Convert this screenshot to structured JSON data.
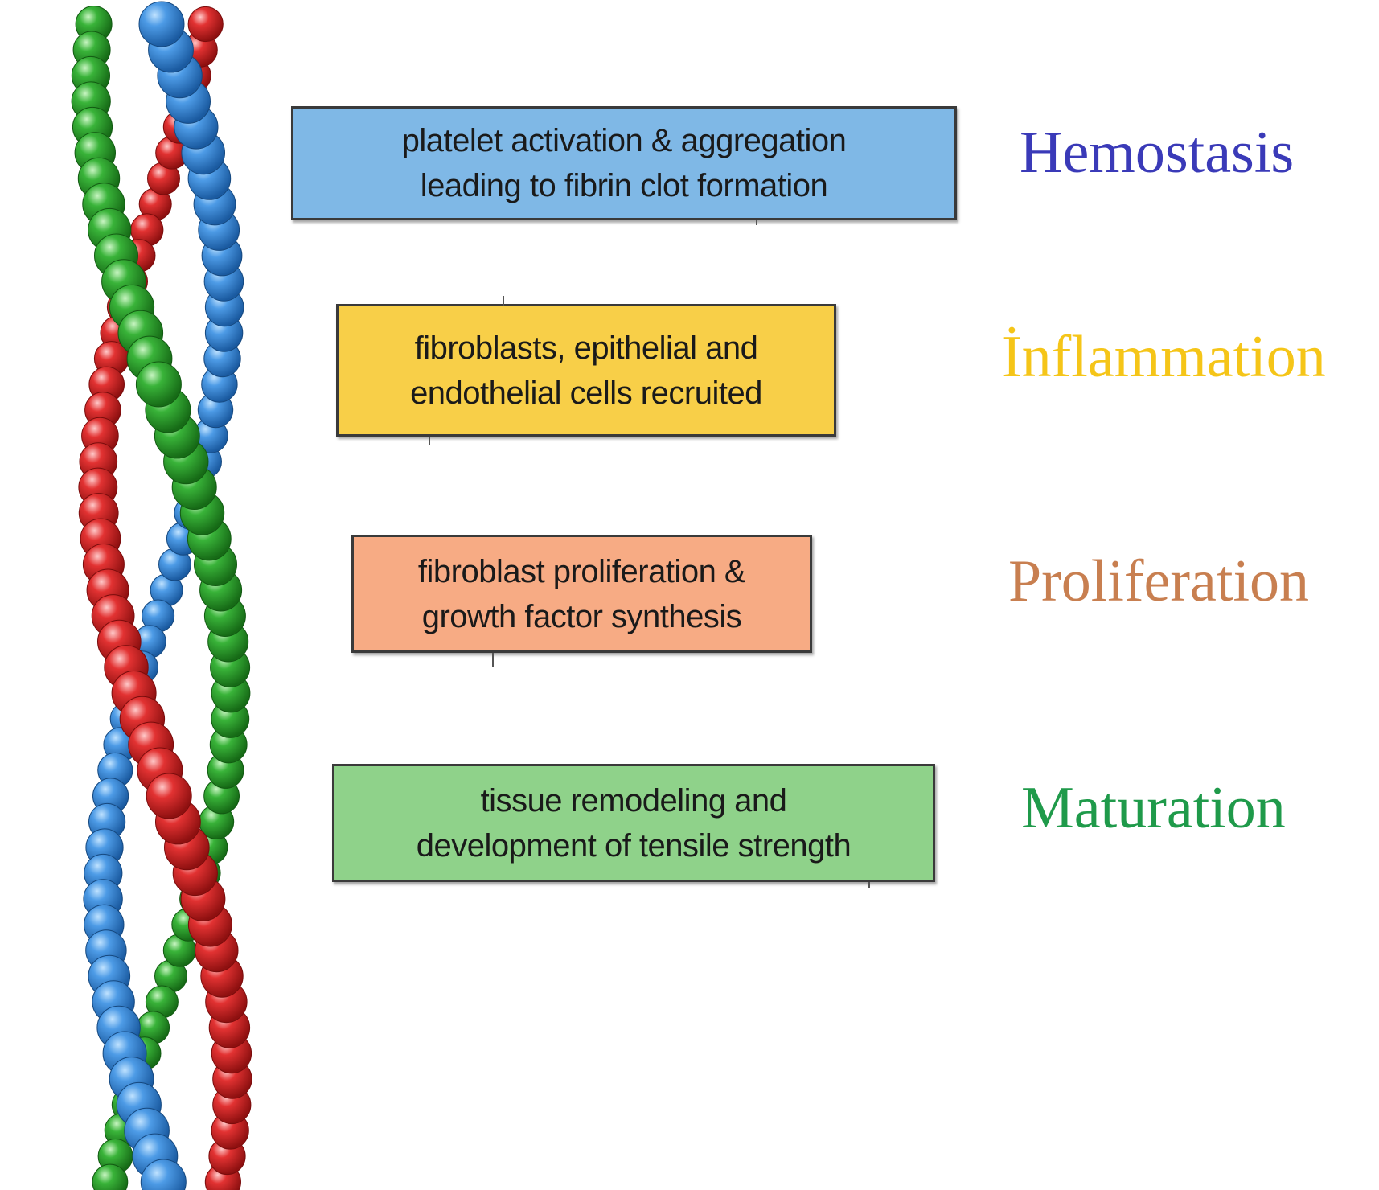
{
  "phases": [
    {
      "name": "Hemostasis",
      "line1": "platelet activation & aggregation",
      "line2": "leading to fibrin clot formation",
      "box_color": "#7fb8e6",
      "label_color": "#3a3ab8"
    },
    {
      "name": "İnflammation",
      "line1": "fibroblasts, epithelial and",
      "line2": "endothelial cells recruited",
      "box_color": "#f8cf48",
      "label_color": "#f5c518"
    },
    {
      "name": "Proliferation",
      "line1": "fibroblast proliferation &",
      "line2": "growth factor synthesis",
      "box_color": "#f7ab84",
      "label_color": "#c87f50"
    },
    {
      "name": "Maturation",
      "line1": "tissue remodeling and",
      "line2": "development of tensile strength",
      "box_color": "#8fd28a",
      "label_color": "#1f9a4a"
    }
  ],
  "helix": {
    "strand_colors": [
      "#2f7fd0",
      "#d42424",
      "#2aa52a"
    ]
  }
}
